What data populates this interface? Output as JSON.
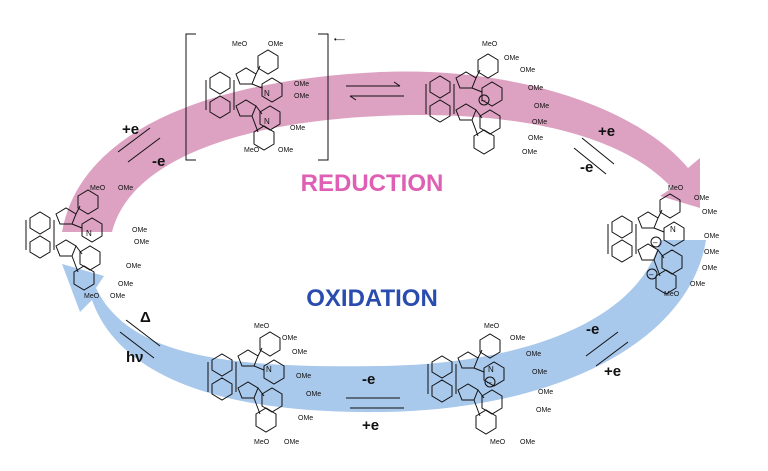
{
  "labels": {
    "reduction": "REDUCTION",
    "oxidation": "OXIDATION"
  },
  "arrow_labels": {
    "top_left_plus": "+e",
    "top_left_minus": "-e",
    "right_top_plus": "+e",
    "right_top_minus": "-e",
    "right_bottom_minus": "-e",
    "right_bottom_plus": "+e",
    "bottom_minus": "-e",
    "bottom_plus": "+e",
    "left_delta": "Δ",
    "left_hv": "hν",
    "superscript": "-"
  },
  "substituent": {
    "ome": "OMe",
    "meo": "MeO",
    "n": "N"
  },
  "radical_anion_mark": "•—",
  "colors": {
    "reduction": "#de5fb3",
    "reduction_band": "#dda1c2",
    "oxidation": "#2a4cae",
    "oxidation_band": "#a8c8ec"
  }
}
